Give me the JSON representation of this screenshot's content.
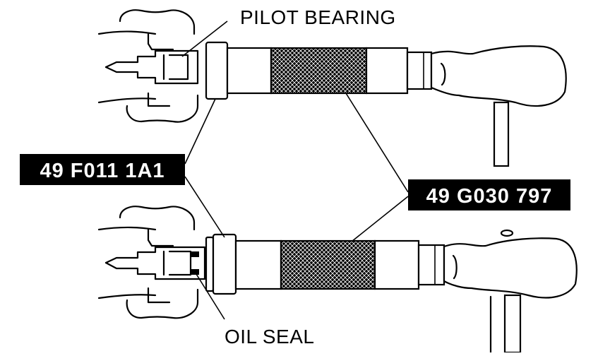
{
  "labels": {
    "pilot_bearing": "PILOT BEARING",
    "oil_seal": "OIL SEAL"
  },
  "tool_tags": {
    "installer": "49 F011 1A1",
    "handle": "49 G030 797"
  },
  "colors": {
    "ink": "#000000",
    "paper": "#ffffff",
    "tag_fill": "#000000",
    "tag_text": "#ffffff"
  }
}
